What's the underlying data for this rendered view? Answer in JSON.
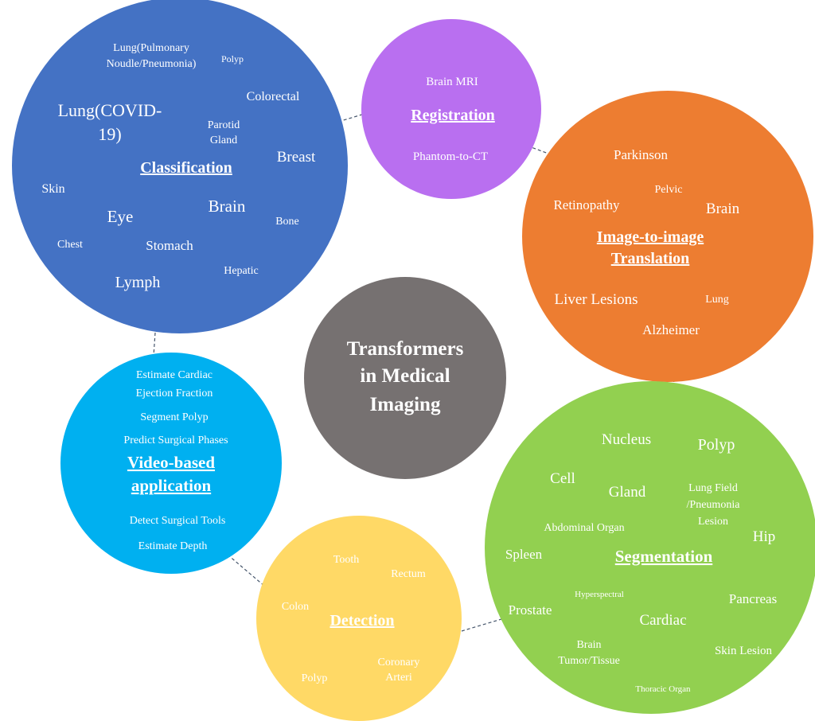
{
  "center": {
    "label_lines": [
      "Transformers",
      "in Medical",
      "Imaging"
    ],
    "color": "#767171"
  },
  "classification": {
    "title": "Classification",
    "color": "#4472c4",
    "items": [
      "Lung(Pulmonary",
      "Noudle/Pneumonia)",
      "Polyp",
      "Colorectal",
      "Lung(COVID-",
      "19)",
      "Parotid",
      "Gland",
      "Breast",
      "Skin",
      "Eye",
      "Brain",
      "Bone",
      "Chest",
      "Stomach",
      "Hepatic",
      "Lymph"
    ]
  },
  "registration": {
    "title": "Registration",
    "color": "#b96ff0",
    "items": [
      "Brain MRI",
      "Phantom-to-CT"
    ]
  },
  "translation": {
    "title_lines": [
      "Image-to-image",
      "Translation"
    ],
    "color": "#ed7d31",
    "items": [
      "Parkinson",
      "Pelvic",
      "Retinopathy",
      "Brain",
      "Liver Lesions",
      "Lung",
      "Alzheimer"
    ]
  },
  "video": {
    "title_lines": [
      "Video-based",
      "application"
    ],
    "color": "#00b0f0",
    "items": [
      "Estimate Cardiac",
      "Ejection Fraction",
      "Segment Polyp",
      "Predict Surgical Phases",
      "Detect Surgical Tools",
      "Estimate Depth"
    ]
  },
  "detection": {
    "title": "Detection",
    "color": "#ffd966",
    "items": [
      "Tooth",
      "Rectum",
      "Colon",
      "Polyp",
      "Coronary",
      "Arteri"
    ]
  },
  "segmentation": {
    "title": "Segmentation",
    "color": "#92d050",
    "items": [
      "Nucleus",
      "Polyp",
      "Cell",
      "Gland",
      "Lung Field",
      "/Pneumonia",
      "Lesion",
      "Abdominal Organ",
      "Hip",
      "Spleen",
      "Hyperspectral",
      "Pancreas",
      "Prostate",
      "Cardiac",
      "Brain",
      "Tumor/Tissue",
      "Skin Lesion",
      "Thoracic Organ"
    ]
  }
}
